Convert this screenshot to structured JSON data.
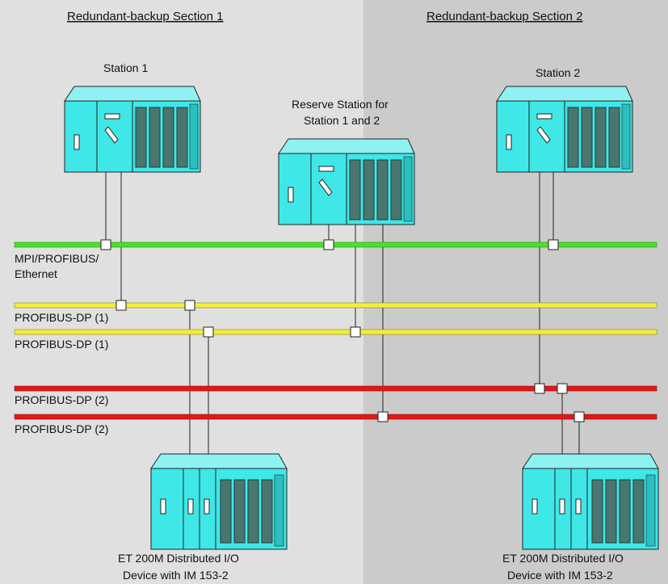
{
  "sections": {
    "section1_title": "Redundant-backup Section 1",
    "section2_title": "Redundant-backup Section 2"
  },
  "stations": {
    "station1": "Station 1",
    "station2": "Station 2",
    "reserve_line1": "Reserve Station for",
    "reserve_line2": "Station 1 and 2"
  },
  "buses": {
    "mpi_line1": "MPI/PROFIBUS/",
    "mpi_line2": "Ethernet",
    "dp1_a": "PROFIBUS-DP (1)",
    "dp1_b": "PROFIBUS-DP (1)",
    "dp2_a": "PROFIBUS-DP (2)",
    "dp2_b": "PROFIBUS-DP (2)"
  },
  "io_devices": {
    "left_line1": "ET 200M Distributed I/O",
    "left_line2": "Device with IM 153-2",
    "right_line1": "ET 200M Distributed I/O",
    "right_line2": "Device with IM 153-2"
  },
  "colors": {
    "section1_bg": "#e0e0e0",
    "section2_bg": "#cbcbcb",
    "device_fill": "#3fe7e7",
    "device_dark": "#1ca9a9",
    "module_fill": "#4a7670",
    "bus_mpi": "#4ae12a",
    "bus_dp1": "#f2ee39",
    "bus_dp2": "#e01818"
  }
}
